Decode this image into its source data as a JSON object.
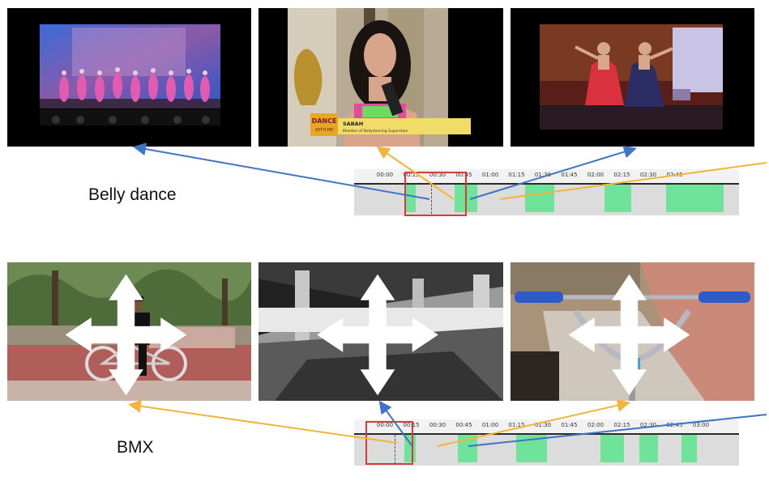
{
  "rows": [
    {
      "label": "Belly dance",
      "frames": [
        "dance-stage-frame",
        "interview-frame",
        "dancers-frame"
      ],
      "caption": {
        "badge_top": "DANCE",
        "badge_bottom": "WITH ME",
        "name": "SABAH",
        "subtitle": "Member of Bellydancing Superstars"
      },
      "timeline": {
        "ticks": [
          "00:00",
          "00:15",
          "00:30",
          "00:45",
          "01:00",
          "01:15",
          "01:30",
          "01:45",
          "02:00",
          "02:15",
          "02:30",
          "02:45"
        ],
        "segments": [
          [
            0.13,
            0.16
          ],
          [
            0.26,
            0.32
          ],
          [
            0.445,
            0.52
          ],
          [
            0.65,
            0.72
          ],
          [
            0.81,
            0.96
          ]
        ],
        "cursor": 0.2
      }
    },
    {
      "label": "BMX",
      "frames": [
        "rider-with-bike-frame",
        "underpass-frame",
        "handlebar-frame"
      ],
      "timeline": {
        "ticks": [
          "00:00",
          "00:15",
          "00:30",
          "00:45",
          "01:00",
          "01:15",
          "01:30",
          "01:45",
          "02:00",
          "02:15",
          "02:30",
          "02:45",
          "03:00"
        ],
        "segments": [
          [
            0.13,
            0.16
          ],
          [
            0.27,
            0.32
          ],
          [
            0.42,
            0.5
          ],
          [
            0.64,
            0.7
          ],
          [
            0.74,
            0.79
          ],
          [
            0.85,
            0.89
          ]
        ],
        "cursor": 0.105
      }
    }
  ],
  "colors": {
    "segment": "#6fe39a",
    "highlight": "#d63a3a",
    "arrow_blue": "#3f73c6",
    "arrow_orange": "#f2b43a"
  }
}
